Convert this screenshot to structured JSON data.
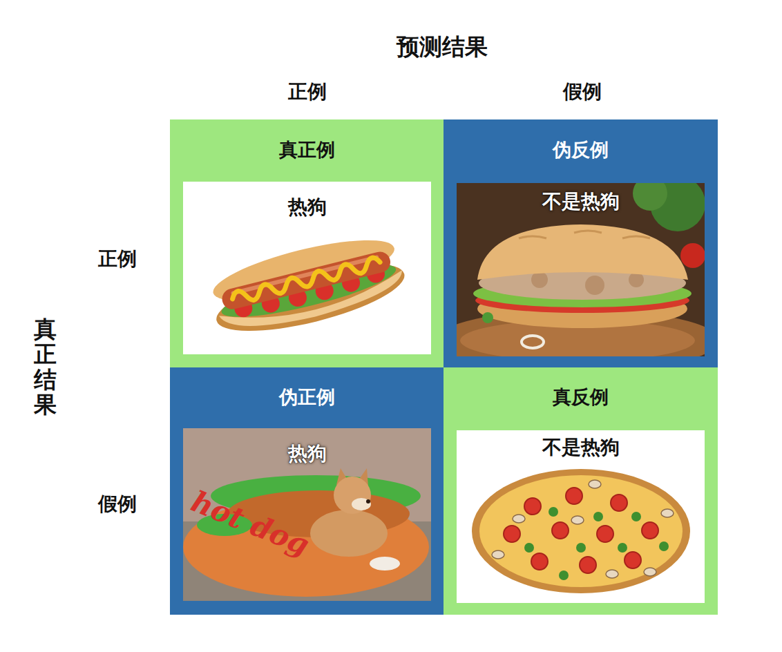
{
  "diagram": {
    "nodes": [
      {
        "text": [
          "真正例"
        ]
      },
      {
        "text": [
          "热狗"
        ],
        "in": 0
      },
      {
        "text": [
          "伪反例"
        ]
      },
      {
        "text": [
          "不是热狗"
        ],
        "in": 2
      },
      {
        "text": [
          "伪正例"
        ]
      },
      {
        "text": [
          "热狗"
        ],
        "in": 4
      },
      {
        "text": [
          "真反例"
        ]
      },
      {
        "text": [
          "不是热狗"
        ],
        "in": 6
      }
    ],
    "labels": [
      "预测结果",
      "正例",
      "假例",
      "真正结果",
      "正例",
      "假例",
      "hot dog"
    ]
  }
}
